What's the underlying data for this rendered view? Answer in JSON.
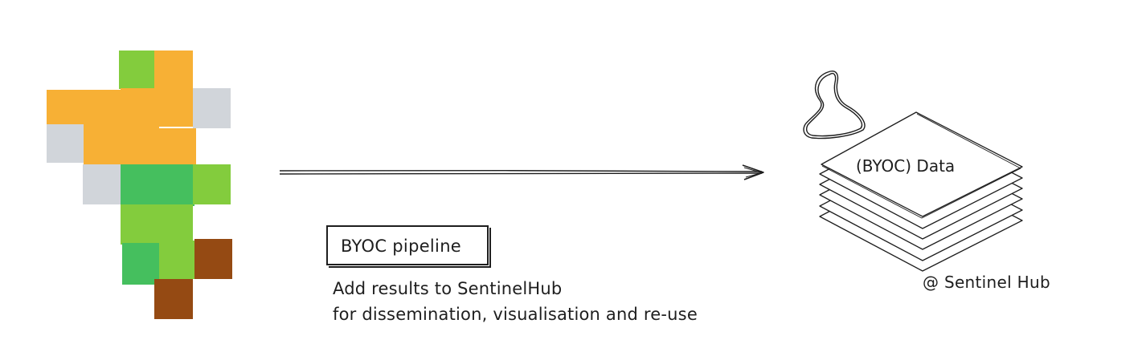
{
  "diagram": {
    "pipeline_box": {
      "label": "BYOC pipeline"
    },
    "description": {
      "line1": "Add results to SentinelHub",
      "line2": "for dissemination, visualisation and re-use"
    },
    "data_stack": {
      "top_label": "(BYOC) Data",
      "location_label": "@ Sentinel Hub"
    },
    "colors": {
      "orange": "#f7b035",
      "light_green": "#83cc3d",
      "green": "#45bf5e",
      "grey": "#d1d5da",
      "brown": "#954a13",
      "stroke": "#1e1e1e"
    }
  }
}
